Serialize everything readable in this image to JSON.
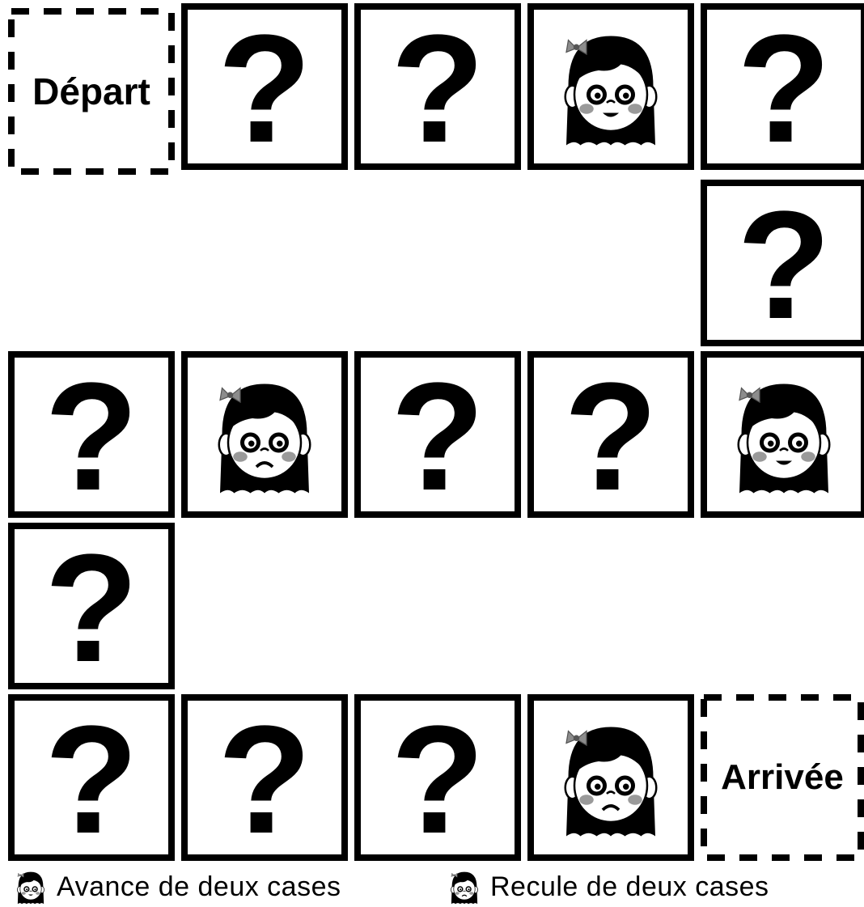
{
  "board": {
    "start_label": "Départ",
    "end_label": "Arrivée",
    "question_glyph": "?",
    "tiles": [
      {
        "id": 1,
        "kind": "question"
      },
      {
        "id": 2,
        "kind": "question"
      },
      {
        "id": 3,
        "kind": "happy-face"
      },
      {
        "id": 4,
        "kind": "question"
      },
      {
        "id": 5,
        "kind": "question"
      },
      {
        "id": 6,
        "kind": "happy-face"
      },
      {
        "id": 7,
        "kind": "question"
      },
      {
        "id": 8,
        "kind": "question"
      },
      {
        "id": 9,
        "kind": "sad-face"
      },
      {
        "id": 10,
        "kind": "question"
      },
      {
        "id": 11,
        "kind": "question"
      },
      {
        "id": 12,
        "kind": "question"
      },
      {
        "id": 13,
        "kind": "question"
      },
      {
        "id": 14,
        "kind": "question"
      },
      {
        "id": 15,
        "kind": "sad-face"
      }
    ]
  },
  "legend": {
    "advance_icon": "happy-girl-face-icon",
    "advance_text": "Avance de deux cases",
    "back_icon": "sad-girl-face-icon",
    "back_text": "Recule de deux cases"
  },
  "colors": {
    "ink": "#000000",
    "cheek": "#9a9a9a",
    "bow": "#8c8c8c",
    "paper": "#ffffff"
  }
}
